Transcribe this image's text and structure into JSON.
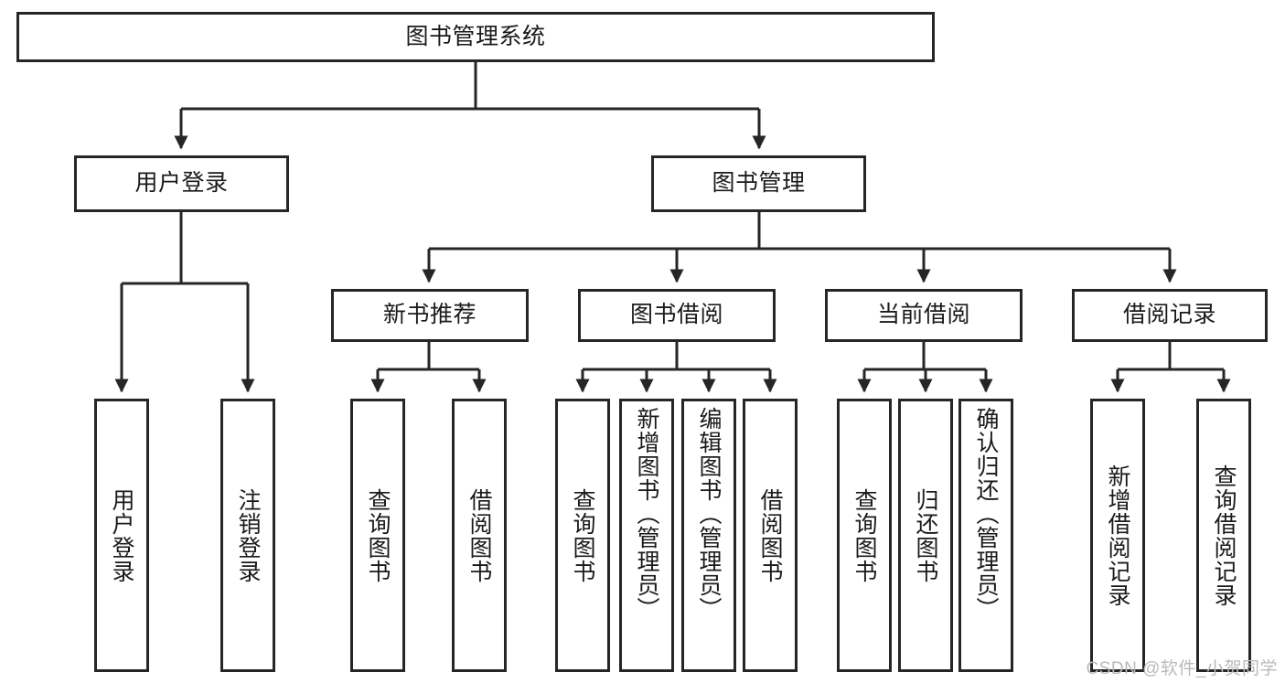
{
  "diagram": {
    "type": "tree",
    "title": "图书管理系统",
    "watermark": "CSDN @软件_小贺同学",
    "colors": {
      "stroke": "#262626",
      "background": "#ffffff",
      "text": "#1a1a1a",
      "watermark": "#b9b9b9"
    },
    "nodes": {
      "root": {
        "label": "图书管理系统",
        "level": 0
      },
      "user_login": {
        "label": "用户登录",
        "level": 1
      },
      "book_manage": {
        "label": "图书管理",
        "level": 1
      },
      "new_book_rec": {
        "label": "新书推荐",
        "level": 2
      },
      "book_borrow": {
        "label": "图书借阅",
        "level": 2
      },
      "current_borrow": {
        "label": "当前借阅",
        "level": 2
      },
      "borrow_record": {
        "label": "借阅记录",
        "level": 2
      },
      "leaf_1": {
        "label": "用户登录",
        "level": 3
      },
      "leaf_2": {
        "label": "注销登录",
        "level": 3
      },
      "leaf_3": {
        "label": "查询图书",
        "level": 3
      },
      "leaf_4": {
        "label": "借阅图书",
        "level": 3
      },
      "leaf_5": {
        "label": "查询图书",
        "level": 3
      },
      "leaf_6": {
        "label": "新增图书（管理员）",
        "level": 3
      },
      "leaf_7": {
        "label": "编辑图书（管理员）",
        "level": 3
      },
      "leaf_8": {
        "label": "借阅图书",
        "level": 3
      },
      "leaf_9": {
        "label": "查询图书",
        "level": 3
      },
      "leaf_10": {
        "label": "归还图书",
        "level": 3
      },
      "leaf_11": {
        "label": "确认归还（管理员）",
        "level": 3
      },
      "leaf_12": {
        "label": "新增借阅记录",
        "level": 3
      },
      "leaf_13": {
        "label": "查询借阅记录",
        "level": 3
      }
    },
    "edges": [
      {
        "from": "root",
        "to": "user_login"
      },
      {
        "from": "root",
        "to": "book_manage"
      },
      {
        "from": "user_login",
        "to": "leaf_1"
      },
      {
        "from": "user_login",
        "to": "leaf_2"
      },
      {
        "from": "book_manage",
        "to": "new_book_rec"
      },
      {
        "from": "book_manage",
        "to": "book_borrow"
      },
      {
        "from": "book_manage",
        "to": "current_borrow"
      },
      {
        "from": "book_manage",
        "to": "borrow_record"
      },
      {
        "from": "new_book_rec",
        "to": "leaf_3"
      },
      {
        "from": "new_book_rec",
        "to": "leaf_4"
      },
      {
        "from": "book_borrow",
        "to": "leaf_5"
      },
      {
        "from": "book_borrow",
        "to": "leaf_6"
      },
      {
        "from": "book_borrow",
        "to": "leaf_7"
      },
      {
        "from": "book_borrow",
        "to": "leaf_8"
      },
      {
        "from": "current_borrow",
        "to": "leaf_9"
      },
      {
        "from": "current_borrow",
        "to": "leaf_10"
      },
      {
        "from": "current_borrow",
        "to": "leaf_11"
      },
      {
        "from": "borrow_record",
        "to": "leaf_12"
      },
      {
        "from": "borrow_record",
        "to": "leaf_13"
      }
    ]
  }
}
